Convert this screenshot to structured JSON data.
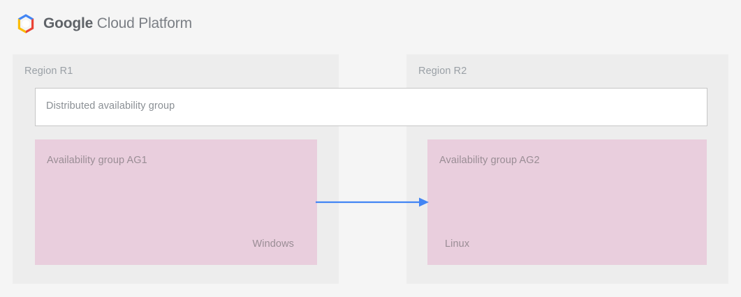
{
  "header": {
    "logo_icon": "google-cloud-platform-logo-icon",
    "brand_bold": "Google",
    "brand_light": " Cloud Platform",
    "colors": {
      "logo_blue": "#4285f4",
      "logo_yellow": "#fbbc05",
      "logo_red": "#ea4335",
      "logo_center": "#ffffff",
      "text_dark": "#5f6368",
      "text_light": "#7b7f85"
    }
  },
  "diagram": {
    "background": "#f5f5f5",
    "regions": [
      {
        "id": "r1",
        "label": "Region R1",
        "background": "#ededed",
        "availability_group": {
          "title": "Availability group AG1",
          "os": "Windows",
          "background": "#e9cedd"
        }
      },
      {
        "id": "r2",
        "label": "Region R2",
        "background": "#ededed",
        "availability_group": {
          "title": "Availability group AG2",
          "os": "Linux",
          "background": "#e9cedd"
        }
      }
    ],
    "distributed_group": {
      "label": "Distributed availability group",
      "background": "#ffffff",
      "border": "#c6c6c6"
    },
    "connector": {
      "icon": "right-arrow-icon",
      "direction": "left-to-right",
      "from": "Availability group AG1",
      "to": "Availability group AG2",
      "color": "#4285f4"
    }
  }
}
